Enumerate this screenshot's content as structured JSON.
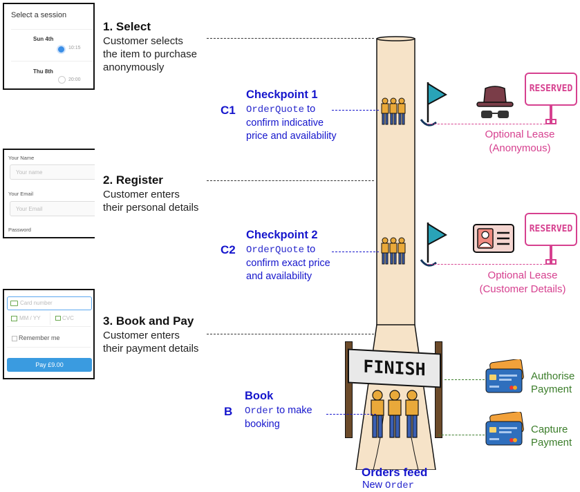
{
  "session_panel": {
    "title": "Select a session",
    "sessions": [
      {
        "day": "Sun 4th",
        "time": "10:15",
        "selected": true
      },
      {
        "day": "Thu 8th",
        "time": "20:00",
        "selected": false
      }
    ]
  },
  "register_panel": {
    "name_label": "Your Name",
    "name_placeholder": "Your name",
    "email_label": "Your Email",
    "email_placeholder": "Your Email",
    "password_label": "Password"
  },
  "pay_panel": {
    "card_placeholder": "Card number",
    "expiry_placeholder": "MM / YY",
    "cvc_placeholder": "CVC",
    "remember_label": "Remember me",
    "pay_button": "Pay £9.00",
    "button_color": "#3a9be0"
  },
  "steps": [
    {
      "title": "1. Select",
      "desc_lines": [
        "Customer selects",
        "the item to purchase",
        "anonymously"
      ]
    },
    {
      "title": "2. Register",
      "desc_lines": [
        "Customer enters",
        "their personal details"
      ]
    },
    {
      "title": "3. Book and Pay",
      "desc_lines": [
        "Customer enters",
        "their payment details"
      ]
    }
  ],
  "checkpoints": [
    {
      "letter": "C1",
      "title": "Checkpoint 1",
      "code": "OrderQuote",
      "line1_rest": " to",
      "lines": [
        "confirm indicative",
        "price and availability"
      ]
    },
    {
      "letter": "C2",
      "title": "Checkpoint 2",
      "code": "OrderQuote",
      "line1_rest": " to",
      "lines": [
        "confirm exact price",
        "and availability"
      ]
    }
  ],
  "book": {
    "letter": "B",
    "title": "Book",
    "code": "Order",
    "line1_rest": " to make",
    "lines": [
      "booking"
    ]
  },
  "leases": [
    {
      "lines": [
        "Optional Lease",
        "(Anonymous)"
      ],
      "sign": "RESERVED"
    },
    {
      "lines": [
        "Optional Lease",
        "(Customer Details)"
      ],
      "sign": "RESERVED"
    }
  ],
  "payments": [
    {
      "lines": [
        "Authorise",
        "Payment"
      ]
    },
    {
      "lines": [
        "Capture",
        "Payment"
      ]
    }
  ],
  "finish_banner": "FINISH",
  "orders_feed": {
    "title": "Orders feed",
    "prefix": "New ",
    "code": "Order"
  },
  "colors": {
    "checkpoint_blue": "#1515cc",
    "lease_pink": "#d6408f",
    "payment_green": "#3b7d2a",
    "track": "#f6e3c8"
  }
}
